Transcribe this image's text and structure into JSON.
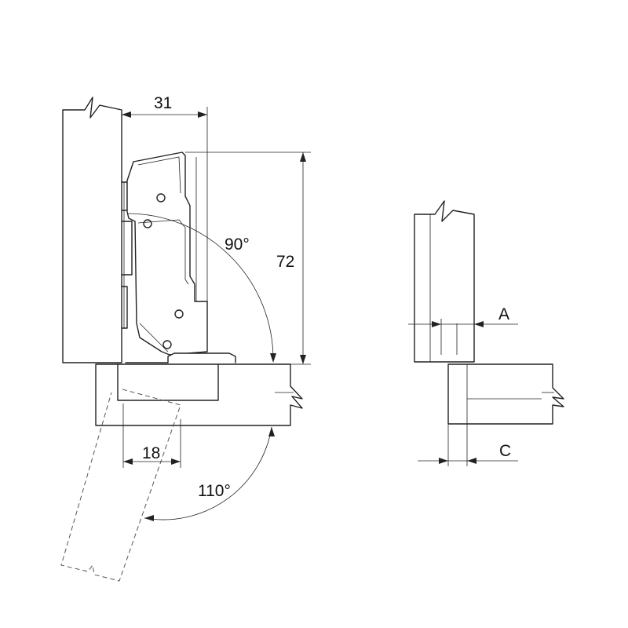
{
  "dimensions": {
    "width_label": "31",
    "height_label": "72",
    "door_thickness_label": "18",
    "closed_angle_label": "90°",
    "open_angle_label": "110°"
  },
  "detail": {
    "dimension_a_label": "A",
    "dimension_c_label": "C"
  }
}
